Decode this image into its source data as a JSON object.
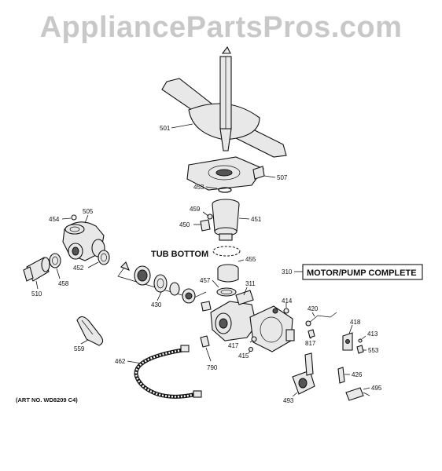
{
  "watermark": "AppliancePartsPros.com",
  "labels": {
    "p501": "501",
    "p507": "507",
    "p453": "453",
    "p459": "459",
    "p451": "451",
    "p450": "450",
    "p454": "454",
    "p505": "505",
    "p455": "455",
    "p457": "457",
    "p452": "452",
    "p458": "458",
    "p510": "510",
    "p430": "430",
    "p311": "311",
    "p414": "414",
    "p420": "420",
    "p418": "418",
    "p413": "413",
    "p553": "553",
    "p817": "817",
    "p417": "417",
    "p415": "415",
    "p559": "559",
    "p462": "462",
    "p790": "790",
    "p426": "426",
    "p495": "495",
    "p493": "493",
    "p310": "310"
  },
  "tub_bottom": "TUB BOTTOM",
  "motor_pump": "MOTOR/PUMP COMPLETE",
  "art_no": "(ART NO. WD8209 C4)"
}
